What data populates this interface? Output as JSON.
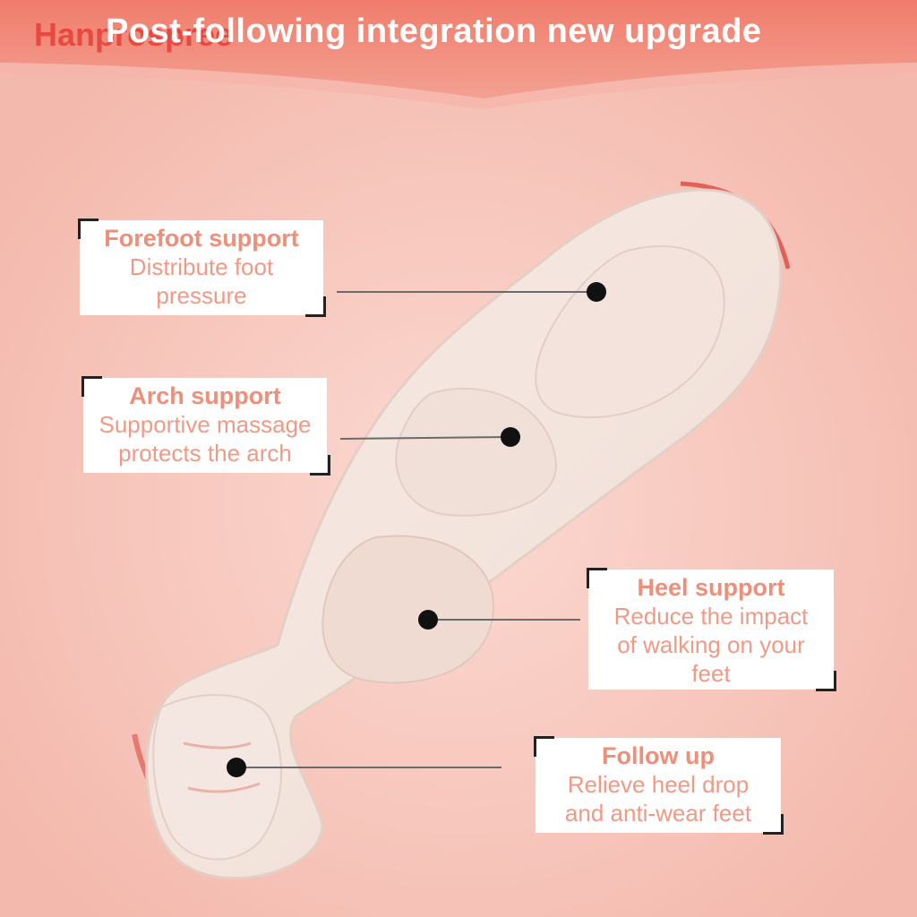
{
  "banner": {
    "title": "Post-following integration new upgrade",
    "watermark": "Hanprospree"
  },
  "callouts": [
    {
      "title": "Forefoot support",
      "desc1": "Distribute foot",
      "desc2": "pressure",
      "desc3": ""
    },
    {
      "title": "Arch support",
      "desc1": "Supportive massage",
      "desc2": "protects the arch",
      "desc3": ""
    },
    {
      "title": "Heel support",
      "desc1": "Reduce the impact",
      "desc2": "of walking on your",
      "desc3": "feet"
    },
    {
      "title": "Follow up",
      "desc1": "Relieve heel drop",
      "desc2": "and anti-wear feet",
      "desc3": ""
    }
  ],
  "colors": {
    "background": "#f7c6bd",
    "banner": "#f08a78",
    "title_text": "#ef8f7a",
    "accent_line": "#d9403a"
  }
}
